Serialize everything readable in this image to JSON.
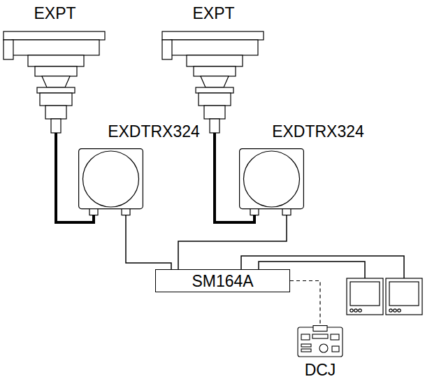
{
  "diagram": {
    "nodes": [
      {
        "text": [
          "EXPT"
        ]
      },
      {
        "text": [
          "EXDTRX324"
        ]
      },
      {
        "text": [
          "EXPT"
        ]
      },
      {
        "text": [
          "EXDTRX324"
        ]
      },
      {
        "text": [
          "SM164A"
        ]
      },
      {
        "text": [
          "DCJ"
        ]
      }
    ],
    "edges": [
      {
        "from": 0,
        "to": 1,
        "arrow": "none"
      },
      {
        "from": 2,
        "to": 3,
        "arrow": "none"
      },
      {
        "from": 1,
        "to": 4,
        "arrow": "none"
      },
      {
        "from": 3,
        "to": 4,
        "arrow": "none"
      },
      {
        "from": 4,
        "to": 5,
        "arrow": "none"
      }
    ]
  }
}
